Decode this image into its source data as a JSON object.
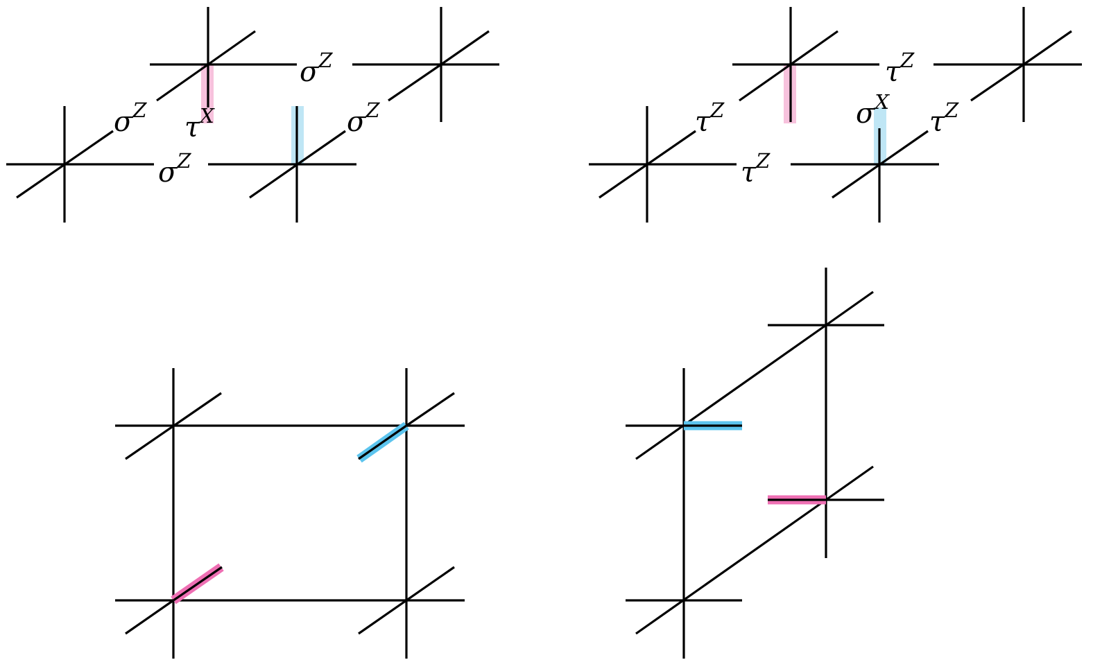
{
  "colors": {
    "line": "#000000",
    "pink_light": "#f7c2dd",
    "blue_light": "#bfe6f5",
    "pink": "#ee6fb3",
    "blue": "#5cc4ee"
  },
  "panel_top_left": {
    "labels": [
      {
        "id": "sz_top",
        "base": "σ",
        "sup": "Z"
      },
      {
        "id": "sz_left",
        "base": "σ",
        "sup": "Z"
      },
      {
        "id": "tx_mid",
        "base": "τ",
        "sup": "X"
      },
      {
        "id": "sz_right",
        "base": "σ",
        "sup": "Z"
      },
      {
        "id": "sz_bottom",
        "base": "σ",
        "sup": "Z"
      }
    ]
  },
  "panel_top_right": {
    "labels": [
      {
        "id": "tz_top",
        "base": "τ",
        "sup": "Z"
      },
      {
        "id": "tz_left",
        "base": "τ",
        "sup": "Z"
      },
      {
        "id": "sx_mid",
        "base": "σ",
        "sup": "X"
      },
      {
        "id": "tz_right",
        "base": "τ",
        "sup": "Z"
      },
      {
        "id": "tz_bottom",
        "base": "τ",
        "sup": "Z"
      }
    ]
  }
}
